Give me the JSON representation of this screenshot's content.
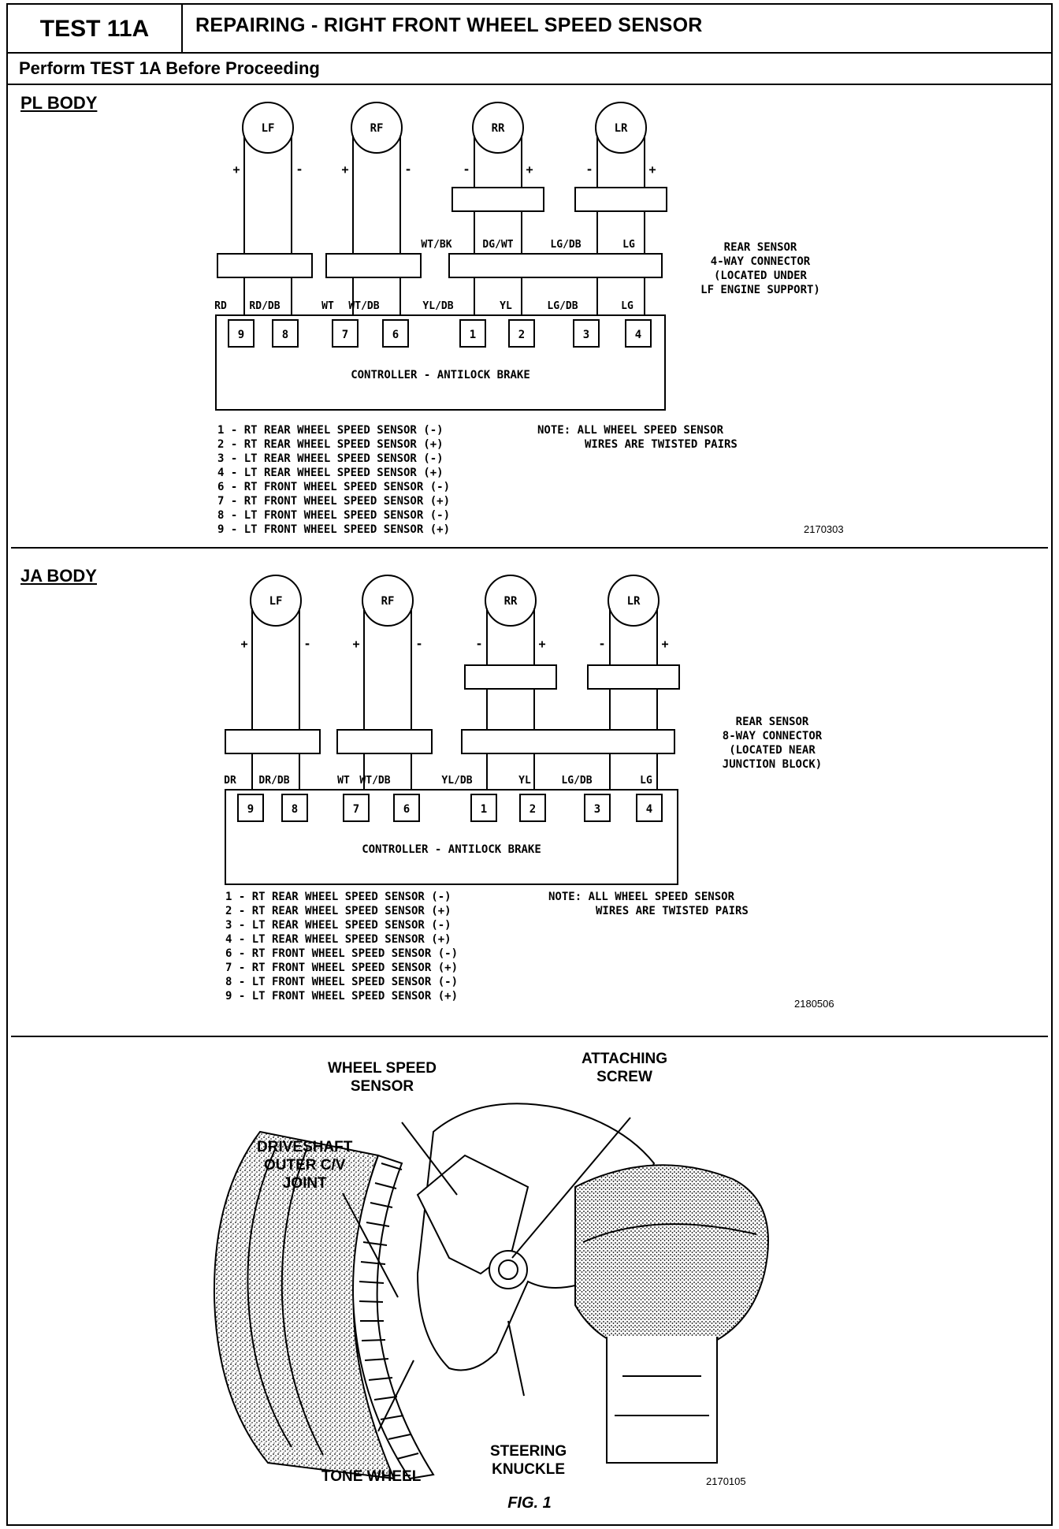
{
  "header": {
    "test_id": "TEST 11A",
    "title": "REPAIRING - RIGHT FRONT WHEEL SPEED SENSOR",
    "prereq": "Perform TEST 1A Before Proceeding"
  },
  "pl": {
    "label": "PL BODY",
    "sensors": [
      "LF",
      "RF",
      "RR",
      "LR"
    ],
    "upper_wires": [
      "WT/BK",
      "DG/WT",
      "LG/DB",
      "LG"
    ],
    "lower_wires": [
      "RD",
      "RD/DB",
      "WT",
      "WT/DB",
      "YL/DB",
      "YL",
      "LG/DB",
      "LG"
    ],
    "pins": [
      "9",
      "8",
      "7",
      "6",
      "1",
      "2",
      "3",
      "4"
    ],
    "controller": "CONTROLLER - ANTILOCK BRAKE",
    "connector_note": [
      "REAR SENSOR",
      "4-WAY CONNECTOR",
      "(LOCATED UNDER",
      "LF ENGINE SUPPORT)"
    ],
    "legend": [
      "1 - RT REAR WHEEL SPEED SENSOR (-)",
      "2 - RT REAR WHEEL SPEED SENSOR (+)",
      "3 - LT REAR WHEEL SPEED SENSOR (-)",
      "4 - LT REAR WHEEL SPEED SENSOR (+)",
      "6 - RT FRONT WHEEL SPEED SENSOR (-)",
      "7 - RT FRONT WHEEL SPEED SENSOR (+)",
      "8 - LT FRONT WHEEL SPEED SENSOR (-)",
      "9 - LT FRONT WHEEL SPEED SENSOR (+)"
    ],
    "note_line1": "NOTE: ALL WHEEL SPEED SENSOR",
    "note_line2": "WIRES ARE TWISTED PAIRS",
    "fig_no": "2170303"
  },
  "ja": {
    "label": "JA BODY",
    "sensors": [
      "LF",
      "RF",
      "RR",
      "LR"
    ],
    "lower_wires": [
      "DR",
      "DR/DB",
      "WT",
      "WT/DB",
      "YL/DB",
      "YL",
      "LG/DB",
      "LG"
    ],
    "pins": [
      "9",
      "8",
      "7",
      "6",
      "1",
      "2",
      "3",
      "4"
    ],
    "controller": "CONTROLLER - ANTILOCK BRAKE",
    "connector_note": [
      "REAR SENSOR",
      "8-WAY CONNECTOR",
      "(LOCATED NEAR",
      "JUNCTION BLOCK)"
    ],
    "legend": [
      "1 - RT REAR WHEEL SPEED SENSOR (-)",
      "2 - RT REAR WHEEL SPEED SENSOR (+)",
      "3 - LT REAR WHEEL SPEED SENSOR (-)",
      "4 - LT REAR WHEEL SPEED SENSOR (+)",
      "6 - RT FRONT WHEEL SPEED SENSOR (-)",
      "7 - RT FRONT WHEEL SPEED SENSOR (+)",
      "8 - LT FRONT WHEEL SPEED SENSOR (-)",
      "9 - LT FRONT WHEEL SPEED SENSOR (+)"
    ],
    "note_line1": "NOTE: ALL WHEEL SPEED SENSOR",
    "note_line2": "WIRES ARE TWISTED PAIRS",
    "fig_no": "2180506"
  },
  "fig1": {
    "wheel_speed_sensor": "WHEEL SPEED\nSENSOR",
    "attaching_screw": "ATTACHING\nSCREW",
    "driveshaft": "DRIVESHAFT\nOUTER C/V\nJOINT",
    "steering_knuckle": "STEERING\nKNUCKLE",
    "tone_wheel": "TONE WHEEL",
    "fig_no": "2170105",
    "caption": "FIG. 1"
  }
}
